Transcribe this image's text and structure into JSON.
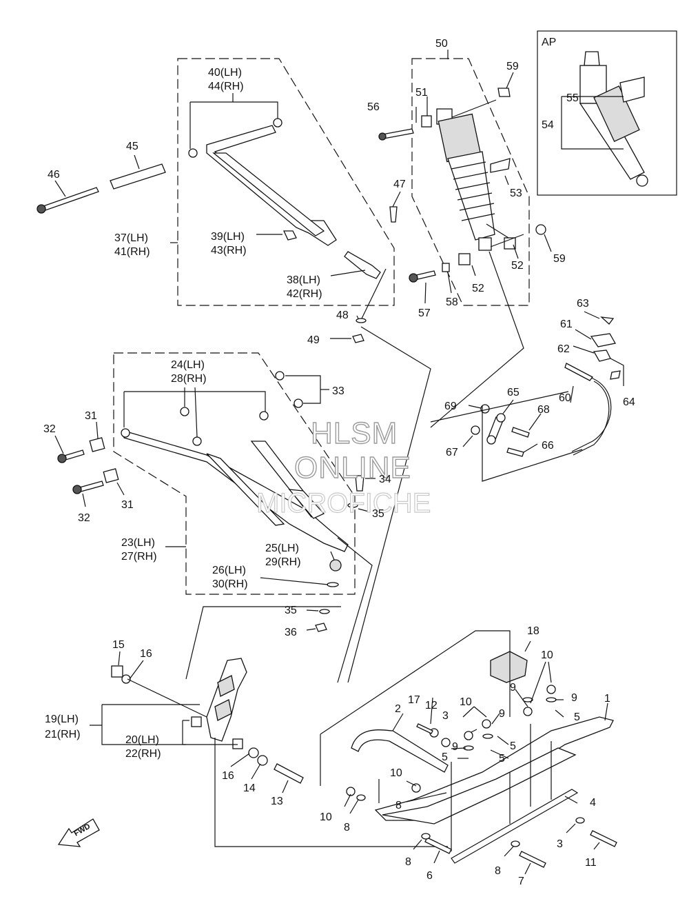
{
  "inset": {
    "title": "AP"
  },
  "watermark": {
    "line1": "HLSM",
    "line2": "ONLINE",
    "line3": "MICROFICHE"
  },
  "fwd_label": "FWD",
  "callouts": {
    "p1": "1",
    "p2": "2",
    "p3a": "3",
    "p3b": "3",
    "p4": "4",
    "p5a": "5",
    "p5b": "5",
    "p5c": "5",
    "p5d": "5",
    "p6": "6",
    "p7": "7",
    "p8a": "8",
    "p8b": "8",
    "p8c": "8",
    "p8d": "8",
    "p9a": "9",
    "p9b": "9",
    "p9c": "9",
    "p9d": "9",
    "p10a": "10",
    "p10b": "10",
    "p10c": "10",
    "p10d": "10",
    "p11": "11",
    "p12": "12",
    "p13": "13",
    "p14": "14",
    "p15": "15",
    "p16a": "16",
    "p16b": "16",
    "p17": "17",
    "p18": "18",
    "p19": "19(LH)",
    "p21": "21(RH)",
    "p20": "20(LH)",
    "p22": "22(RH)",
    "p23": "23(LH)",
    "p27": "27(RH)",
    "p24": "24(LH)",
    "p28": "28(RH)",
    "p25": "25(LH)",
    "p29": "29(RH)",
    "p26": "26(LH)",
    "p30": "30(RH)",
    "p31a": "31",
    "p31b": "31",
    "p32a": "32",
    "p32b": "32",
    "p33": "33",
    "p34": "34",
    "p35a": "35",
    "p35b": "35",
    "p36": "36",
    "p37": "37(LH)",
    "p41": "41(RH)",
    "p38": "38(LH)",
    "p42": "42(RH)",
    "p39": "39(LH)",
    "p43": "43(RH)",
    "p40": "40(LH)",
    "p44": "44(RH)",
    "p45": "45",
    "p46": "46",
    "p47": "47",
    "p48": "48",
    "p49": "49",
    "p50": "50",
    "p51": "51",
    "p52a": "52",
    "p52b": "52",
    "p53": "53",
    "p54": "54",
    "p55": "55",
    "p56": "56",
    "p57": "57",
    "p58": "58",
    "p59a": "59",
    "p59b": "59",
    "p60": "60",
    "p61": "61",
    "p62": "62",
    "p63": "63",
    "p64": "64",
    "p65": "65",
    "p66": "66",
    "p67": "67",
    "p68": "68",
    "p69": "69"
  }
}
